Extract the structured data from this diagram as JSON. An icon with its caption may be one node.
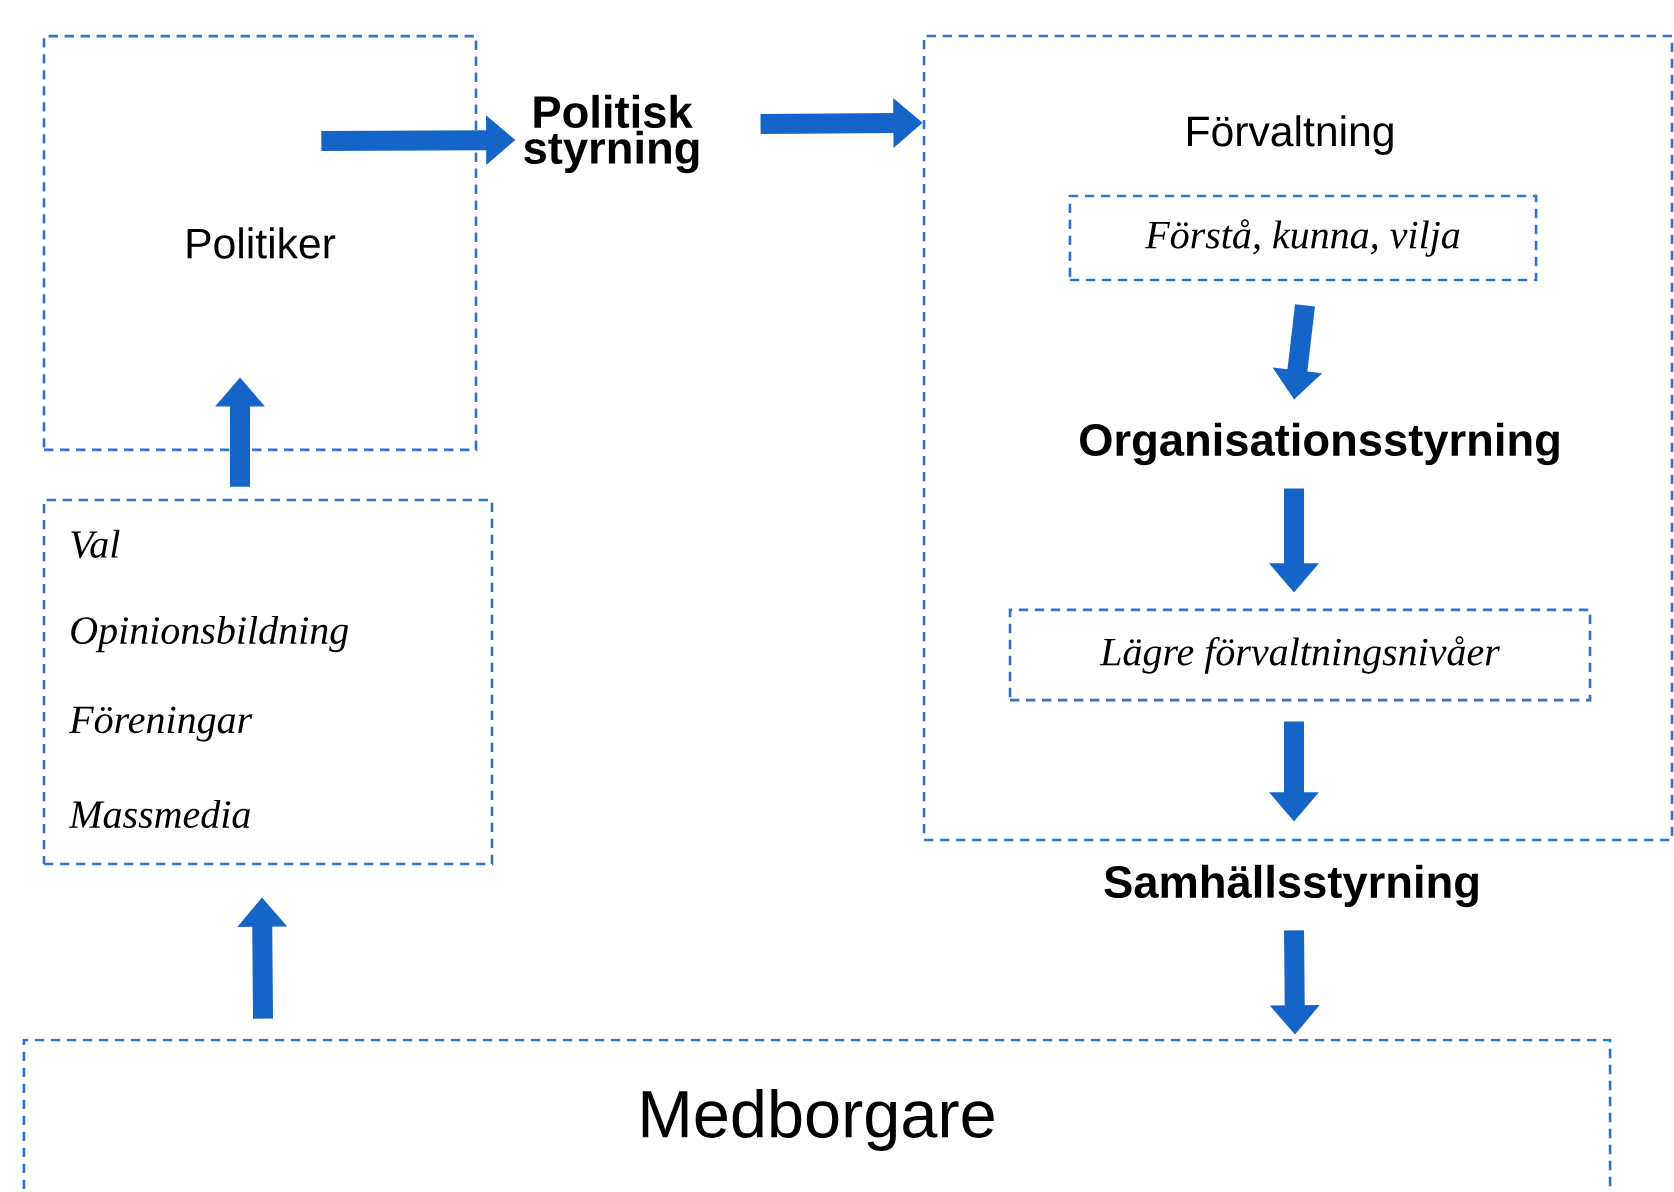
{
  "diagram": {
    "nodes": [
      {
        "text": [
          "Politiker"
        ]
      },
      {
        "text": [
          "Politisk styrning"
        ]
      },
      {
        "text": [
          "Förvaltning"
        ]
      },
      {
        "text": [
          "Förstå, kunna, vilja"
        ],
        "in": 2
      },
      {
        "text": [
          "Organisationsstyrning"
        ],
        "in": 2
      },
      {
        "text": [
          "Lägre förvaltningsnivåer"
        ],
        "in": 2
      },
      {
        "text": [
          "Samhällsstyrning"
        ]
      },
      {
        "text": [
          "Medborgare"
        ]
      },
      {
        "text": [
          "Val",
          "Opinionsbildning",
          "Föreningar",
          "Massmedia"
        ]
      }
    ],
    "edges": [
      {
        "from": 0,
        "to": 1,
        "arrow": "to"
      },
      {
        "from": 1,
        "to": 2,
        "arrow": "to"
      },
      {
        "from": 3,
        "to": 4,
        "arrow": "to"
      },
      {
        "from": 4,
        "to": 5,
        "arrow": "to"
      },
      {
        "from": 5,
        "to": 6,
        "arrow": "to"
      },
      {
        "from": 6,
        "to": 7,
        "arrow": "to"
      },
      {
        "from": 7,
        "to": 8,
        "arrow": "to"
      },
      {
        "from": 8,
        "to": 0,
        "arrow": "to"
      }
    ]
  }
}
